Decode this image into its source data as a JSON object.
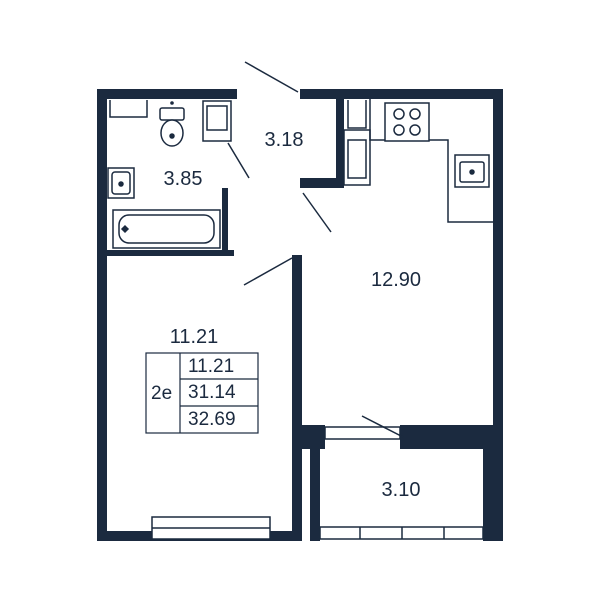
{
  "rooms": {
    "bathroom": "3.85",
    "hall": "3.18",
    "kitchen": "12.90",
    "bedroom": "11.21",
    "balcony": "3.10"
  },
  "summary": {
    "type": "2e",
    "living": "11.21",
    "total": "31.14",
    "total_with_balcony": "32.69"
  },
  "colors": {
    "wall": "#1b2a3f",
    "line": "#1b2a3f"
  }
}
